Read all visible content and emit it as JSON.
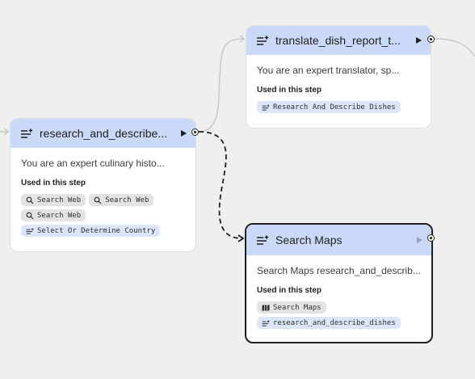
{
  "nodes": {
    "research": {
      "title": "research_and_describe...",
      "description": "You are an expert culinary histo...",
      "used_label": "Used in this step",
      "chips": [
        {
          "label": "Search Web",
          "kind": "tool",
          "icon": "search-icon"
        },
        {
          "label": "Search Web",
          "kind": "tool",
          "icon": "search-icon"
        },
        {
          "label": "Search Web",
          "kind": "tool",
          "icon": "search-icon"
        },
        {
          "label": "Select Or Determine Country",
          "kind": "step",
          "icon": "step-icon"
        }
      ]
    },
    "translate": {
      "title": "translate_dish_report_t...",
      "description": "You are an expert translator, sp...",
      "used_label": "Used in this step",
      "chips": [
        {
          "label": "Research And Describe Dishes",
          "kind": "step",
          "icon": "step-icon"
        }
      ]
    },
    "search_maps": {
      "title": "Search Maps",
      "description": "Search Maps research_and_describ...",
      "used_label": "Used in this step",
      "chips": [
        {
          "label": "Search Maps",
          "kind": "tool",
          "icon": "map-icon"
        },
        {
          "label": "research_and_describe_dishes",
          "kind": "step",
          "icon": "step-icon"
        }
      ]
    }
  },
  "colors": {
    "canvas": "#efefef",
    "header": "#c9d9f7",
    "tool_chip": "#e3e3e3",
    "step_chip": "#dce6f9",
    "edge_solid": "#c8c8c8",
    "edge_dashed": "#1f1f1f"
  }
}
